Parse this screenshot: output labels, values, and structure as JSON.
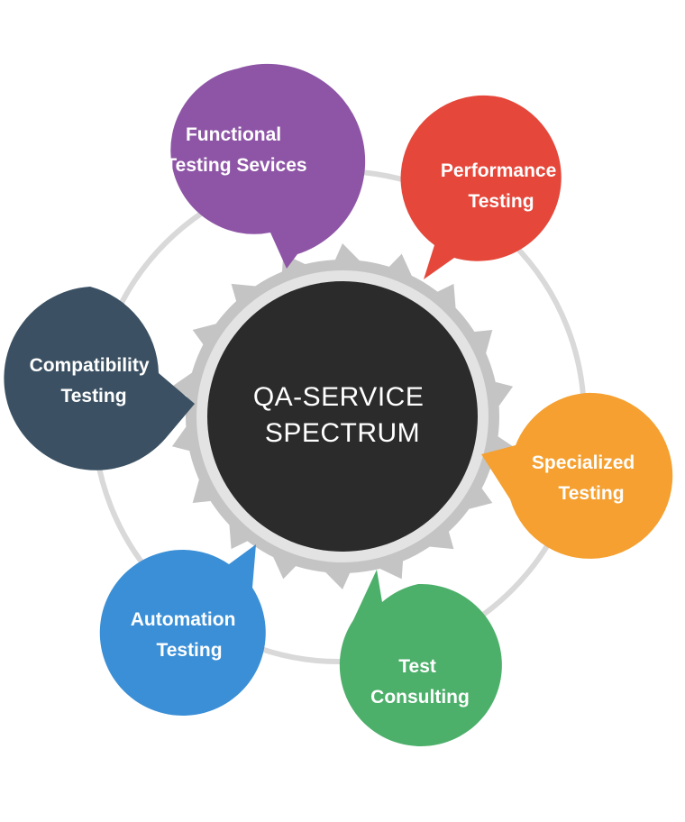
{
  "center": {
    "line1": "QA-SERVICE",
    "line2": "SPECTRUM",
    "color": "#2b2b2b"
  },
  "colors": {
    "ring": "#d9d9d9",
    "gear": "#c4c4c4",
    "background": "#ffffff"
  },
  "services": [
    {
      "id": "functional",
      "lines": [
        "Functional",
        "Testing Sevices"
      ],
      "color": "#8e55a6"
    },
    {
      "id": "performance",
      "lines": [
        "Performance",
        "Testing"
      ],
      "color": "#e5473a"
    },
    {
      "id": "specialized",
      "lines": [
        "Specialized",
        "Testing"
      ],
      "color": "#f5a030"
    },
    {
      "id": "consulting",
      "lines": [
        "Test",
        "Consulting"
      ],
      "color": "#4caf6a"
    },
    {
      "id": "automation",
      "lines": [
        "Automation",
        "Testing"
      ],
      "color": "#3a8fd6"
    },
    {
      "id": "compatibility",
      "lines": [
        "Compatibility",
        "Testing"
      ],
      "color": "#3b5163"
    }
  ]
}
